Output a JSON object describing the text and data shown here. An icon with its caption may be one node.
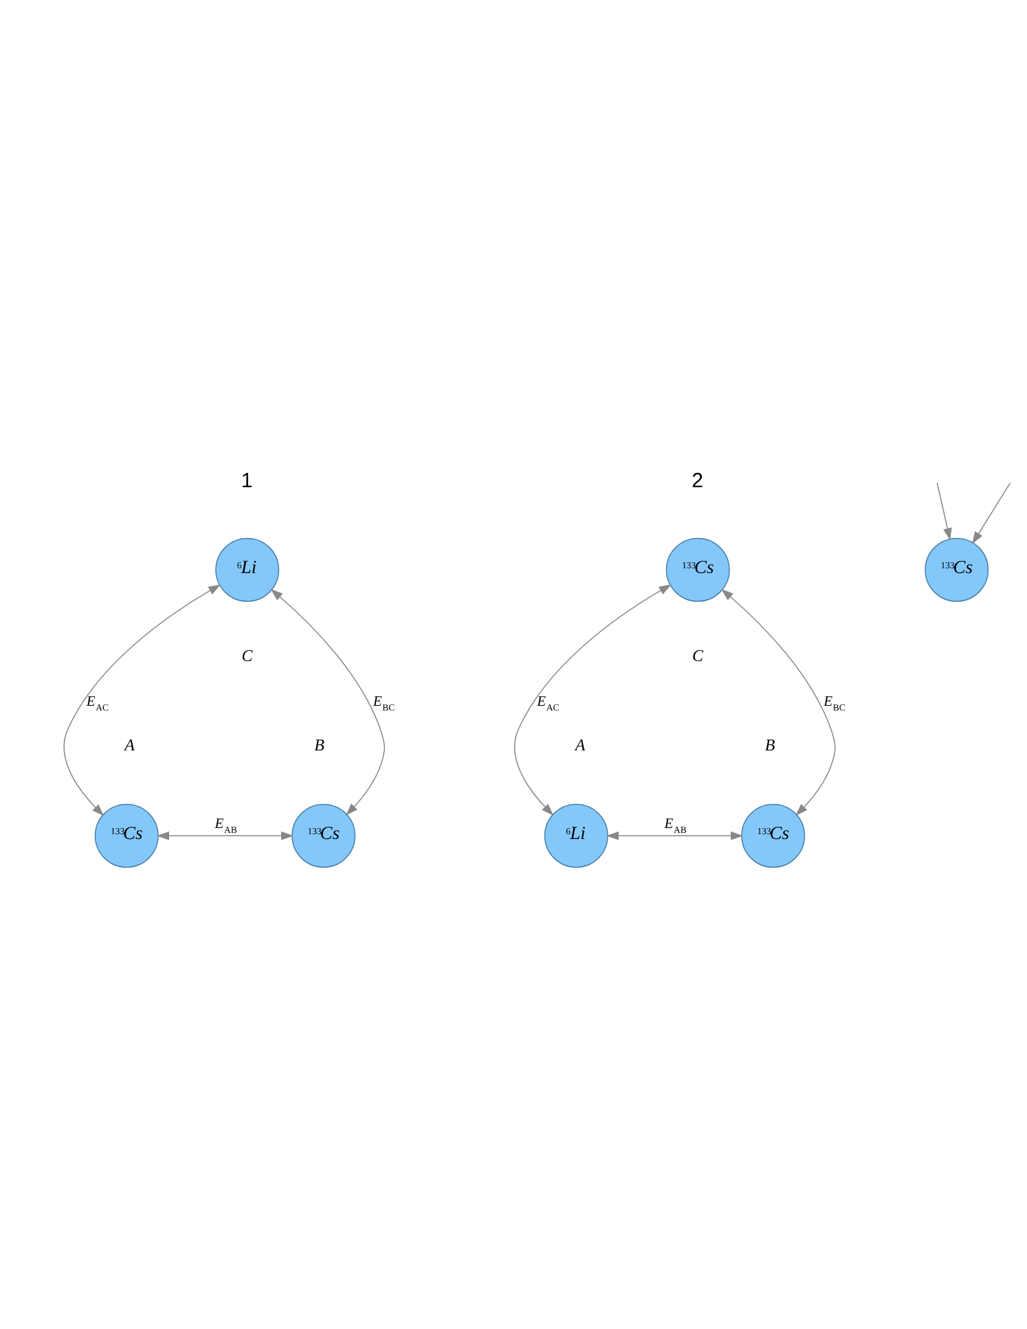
{
  "diagram": {
    "nodes": [
      {
        "text": [
          "$^{6}$Li"
        ]
      },
      {
        "text": [
          "$^{133}$Cs"
        ]
      },
      {
        "text": [
          "$^{133}$Cs"
        ]
      },
      {
        "text": [
          "$^{133}$Cs"
        ]
      },
      {
        "text": [
          "$^{6}$Li"
        ]
      },
      {
        "text": [
          "$^{133}$Cs"
        ]
      },
      {
        "text": [
          "$^{133}$Cs"
        ]
      }
    ],
    "edges": [
      {
        "from": 2,
        "to": 0,
        "arrow": "both",
        "label": "E$_{AC}$"
      },
      {
        "from": 0,
        "to": 1,
        "arrow": "both",
        "label": "E$_{BC}$"
      },
      {
        "from": 2,
        "to": 1,
        "arrow": "both",
        "label": "E$_{AB}$"
      },
      {
        "from": 4,
        "to": 3,
        "arrow": "both",
        "label": "E$_{AC}$"
      },
      {
        "from": 3,
        "to": 5,
        "arrow": "both",
        "label": "E$_{BC}$"
      },
      {
        "from": 4,
        "to": 5,
        "arrow": "both",
        "label": "E$_{AB}$"
      },
      {
        "from": null,
        "to": 6,
        "arrow": "to"
      },
      {
        "from": null,
        "to": 6,
        "arrow": "to"
      }
    ],
    "labels": [
      "1",
      "2",
      "C",
      "A",
      "B",
      "C",
      "A",
      "B"
    ]
  }
}
